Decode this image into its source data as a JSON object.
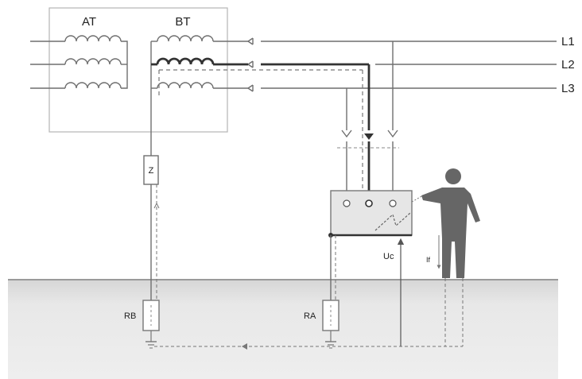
{
  "labels": {
    "at": "AT",
    "bt": "BT",
    "l1": "L1",
    "l2": "L2",
    "l3": "L3",
    "z": "Z",
    "rb": "RB",
    "ra": "RA",
    "uc": "Uc",
    "if": "If"
  },
  "colors": {
    "line": "#6f6f6f",
    "fault_path": "#333333",
    "ground_top": "#9a9a9a",
    "ground_fill": "#e4e4e4",
    "person": "#666666",
    "box_fill": "#e6e6e6"
  }
}
